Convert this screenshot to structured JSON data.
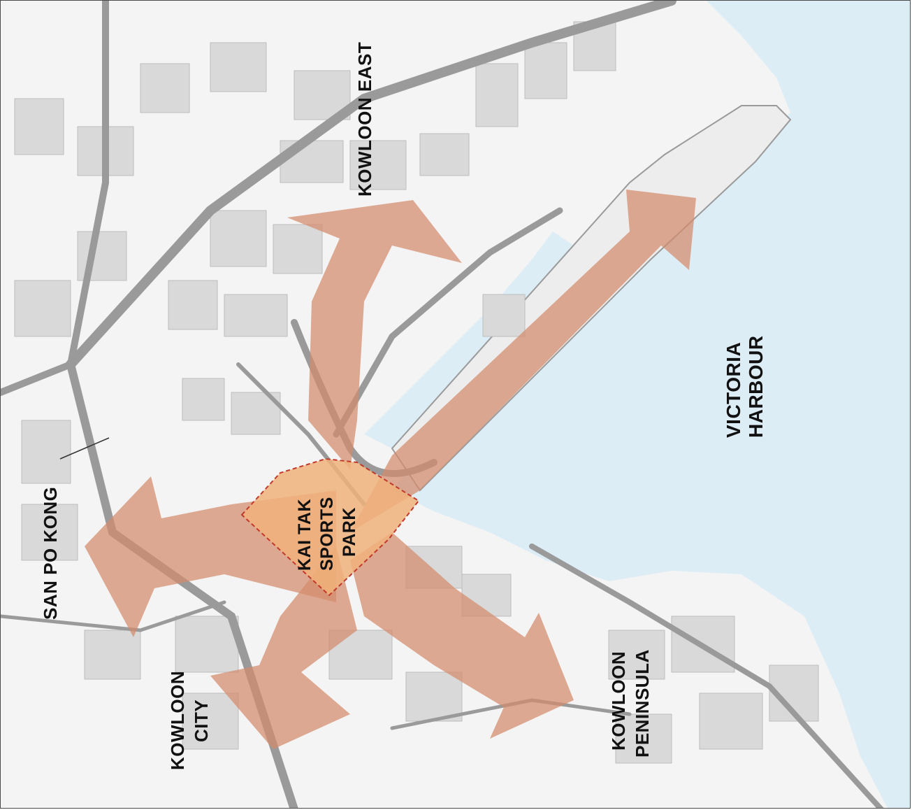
{
  "map": {
    "colors": {
      "water": "#dcedf6",
      "land": "#f4f4f4",
      "block": "#d9d9d9",
      "road": "#9a9a9a",
      "arrow": "#d48a6b",
      "site_fill": "#f0b27a",
      "site_border": "#c0392b",
      "frame": "#4a4a4a"
    },
    "labels": {
      "kowloon_east": "KOWLOON EAST",
      "victoria_harbour_line1": "VICTORIA",
      "victoria_harbour_line2": "HARBOUR",
      "san_po_kong": "SAN PO KONG",
      "kai_tak_line1": "KAI TAK",
      "kai_tak_line2": "SPORTS",
      "kai_tak_line3": "PARK",
      "kowloon_city_line1": "KOWLOON",
      "kowloon_city_line2": "CITY",
      "kowloon_peninsula_line1": "KOWLOON",
      "kowloon_peninsula_line2": "PENINSULA"
    }
  }
}
